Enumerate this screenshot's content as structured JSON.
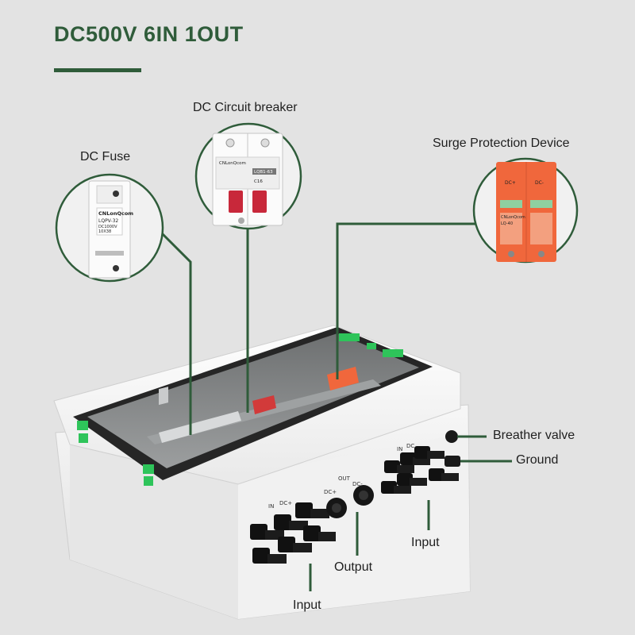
{
  "title": "DC500V 6IN 1OUT",
  "colors": {
    "accent": "#2f5c3a",
    "connector_green": "#2ec45a",
    "spd_orange": "#f0673c",
    "breaker_red": "#c8283a",
    "background": "#e3e3e3"
  },
  "callouts": {
    "fuse": "DC Fuse",
    "breaker": "DC Circuit breaker",
    "spd": "Surge Protection Device",
    "breather": "Breather valve",
    "ground": "Ground",
    "input_right": "Input",
    "output": "Output",
    "input_left": "Input"
  },
  "device_text": {
    "fuse_brand": "CNLonQcom",
    "fuse_model": "LQPV-32",
    "fuse_spec1": "DC1000V",
    "fuse_spec2": "10X38",
    "breaker_brand": "CNLonQcom",
    "breaker_model": "LQB1-63",
    "breaker_rating": "C16",
    "spd_brand": "CNLonQcom",
    "spd_model": "LQ-40",
    "spd_pole1": "DC+",
    "spd_pole2": "DC-"
  },
  "box_labels": {
    "in_left": "IN",
    "dc_plus_left": "DC+",
    "out": "OUT",
    "dc_plus_out": "DC+",
    "dc_minus_out": "DC-",
    "in_right": "IN",
    "dc_right": "DC"
  }
}
